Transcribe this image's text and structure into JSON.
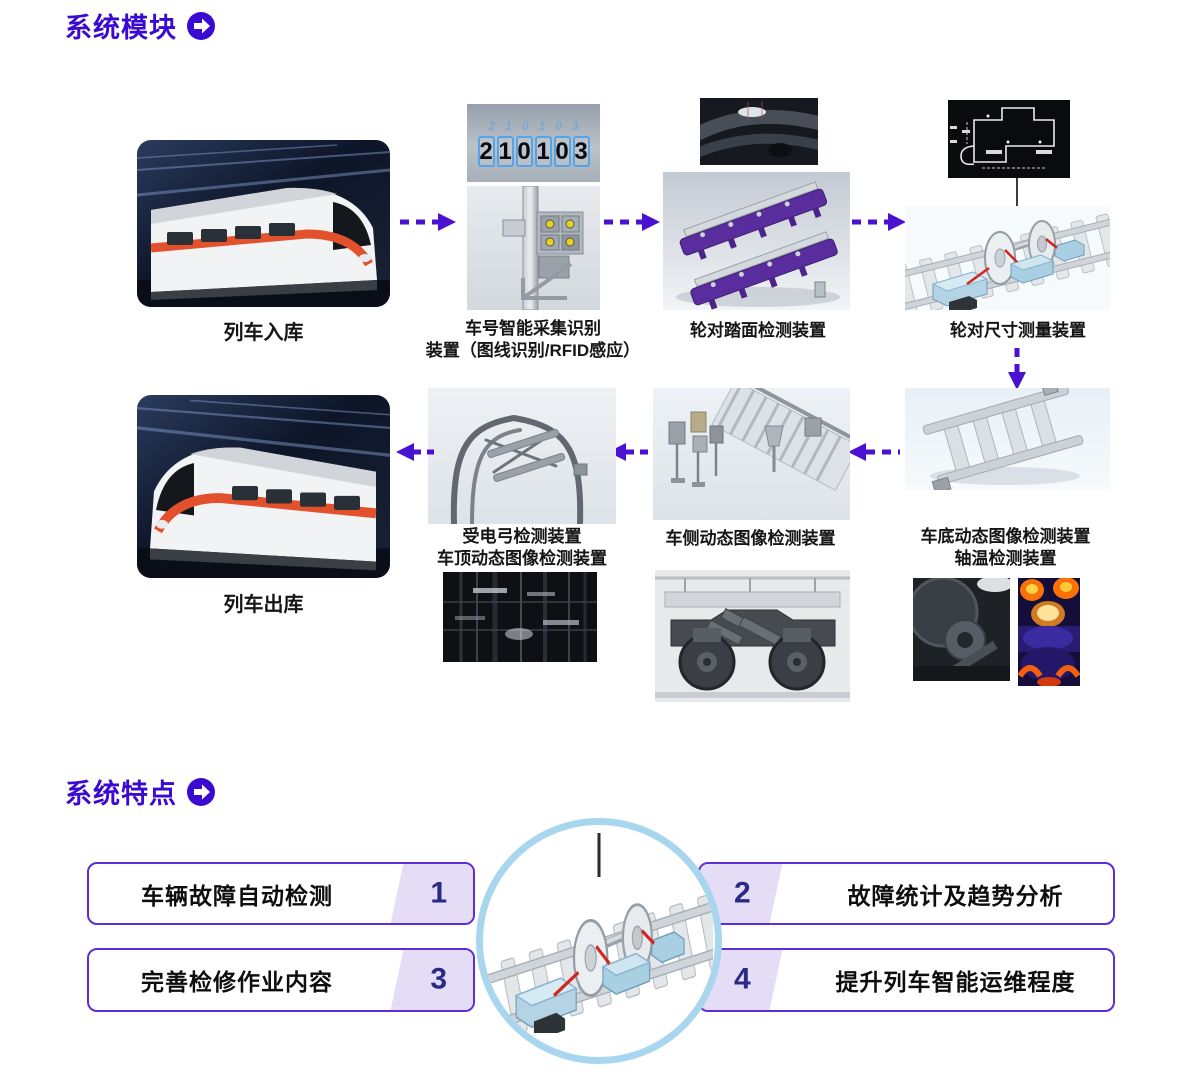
{
  "page": {
    "modules_title": "系统模块",
    "features_title": "系统特点"
  },
  "modules": {
    "row1": {
      "m1_caption": "列车入库",
      "m2_caption1": "车号智能采集识别",
      "m2_caption2": "装置（图线识别/RFID感应）",
      "m2_board_main": "210103",
      "m2_board_ghost": "210103",
      "m3_caption": "轮对踏面检测装置",
      "m4_caption": "轮对尺寸测量装置"
    },
    "row2": {
      "m5_caption1": "车底动态图像检测装置",
      "m5_caption2": "轴温检测装置",
      "m6_caption": "车侧动态图像检测装置",
      "m7_caption1": "受电弓检测装置",
      "m7_caption2": "车顶动态图像检测装置",
      "m8_caption": "列车出库"
    }
  },
  "features": {
    "items": [
      {
        "number": "1",
        "label": "车辆故障自动检测"
      },
      {
        "number": "2",
        "label": "故障统计及趋势分析"
      },
      {
        "number": "3",
        "label": "完善检修作业内容"
      },
      {
        "number": "4",
        "label": "提升列车智能运维程度"
      }
    ]
  },
  "colors": {
    "accent_purple": "#3a0ad2",
    "arrow_purple": "#4a12d0",
    "box_border_purple": "#5b2ed8",
    "number_badge_bg": "#e5dcf6",
    "number_text": "#2b2a86",
    "circle_ring_blue": "#a9d6ef",
    "board_digit_outline": "#55a4e8"
  }
}
